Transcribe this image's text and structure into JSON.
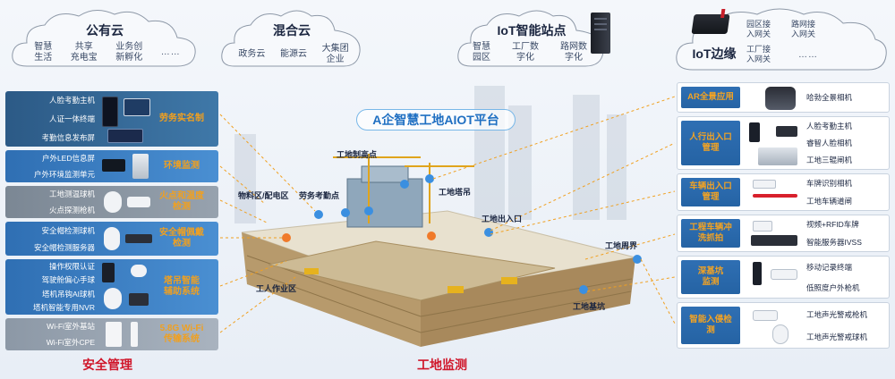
{
  "clouds": {
    "public": {
      "title": "公有云",
      "items": [
        "智慧\n生活",
        "共享\n充电宝",
        "业务创\n新孵化"
      ],
      "dots": "……"
    },
    "hybrid": {
      "title": "混合云",
      "items": [
        "政务云",
        "能源云",
        "大集团\n企业"
      ]
    },
    "iot_site": {
      "title": "IoT智能站点",
      "items": [
        "智慧\n园区",
        "工厂数\n字化",
        "路网数\n字化"
      ]
    },
    "iot_edge": {
      "title": "IoT边缘",
      "items": [
        "园区接\n入网关",
        "路网接\n入网关",
        "工厂接\n入网关"
      ],
      "dots": "……"
    }
  },
  "left_panels": [
    {
      "title": "劳务实名制",
      "items": [
        "人脸考勤主机",
        "人证一体终端",
        "考勤信息发布屏"
      ]
    },
    {
      "title": "环境监测",
      "items": [
        "户外LED信息屏",
        "户外环境监测单元"
      ]
    },
    {
      "title": "火点和温度\n检测",
      "items": [
        "工地测温球机",
        "火点探测枪机"
      ]
    },
    {
      "title": "安全帽佩戴\n检测",
      "items": [
        "安全帽检测球机",
        "安全帽检测服务器"
      ]
    },
    {
      "title": "塔吊智能\n辅助系统",
      "items": [
        "操作权限认证",
        "驾驶舱偏心手球",
        "塔机吊钩AI球机",
        "塔机智能专用NVR"
      ]
    },
    {
      "title": "5.8G Wi-Fi\n传输系统",
      "items": [
        "Wi-Fi室外基站",
        "Wi-Fi室外CPE"
      ]
    }
  ],
  "right_panels": [
    {
      "title": "AR全景应用",
      "items": [
        "哈勃全景相机"
      ]
    },
    {
      "title": "人行出入口\n管理",
      "items": [
        "人脸考勤主机",
        "睿智人脸相机",
        "工地三辊闸机"
      ]
    },
    {
      "title": "车辆出入口\n管理",
      "items": [
        "车牌识别相机",
        "工地车辆道闸"
      ]
    },
    {
      "title": "工程车辆冲\n洗抓拍",
      "items": [
        "视频+RFID车牌",
        "智能服务器IVSS"
      ]
    },
    {
      "title": "深基坑\n监测",
      "items": [
        "移动记录终端",
        "低照度户外枪机"
      ]
    },
    {
      "title": "智能入侵检\n测",
      "items": [
        "工地声光警戒枪机",
        "工地声光警戒球机"
      ]
    }
  ],
  "center": {
    "platform_title": "A企智慧工地AIOT平台",
    "labels": {
      "control_point": "工地制高点",
      "material_area": "物料区/配电区",
      "attendance_point": "劳务考勤点",
      "tower_crane": "工地塔吊",
      "entrance": "工地出入口",
      "perimeter": "工地周界",
      "work_area": "工人作业区",
      "foundation_pit": "工地基坑"
    }
  },
  "bottom": {
    "left": "安全管理",
    "center": "工地监测"
  },
  "colors": {
    "accent_orange": "#f0a020",
    "platform_blue": "#1f6fc2",
    "bottom_red": "#d0162a"
  }
}
